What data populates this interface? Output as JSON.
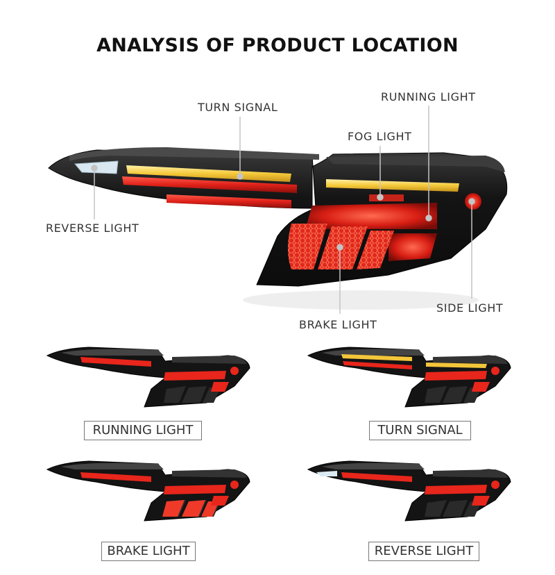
{
  "title": "ANALYSIS OF PRODUCT LOCATION",
  "callouts": {
    "turn_signal": "TURN SIGNAL",
    "running_light": "RUNNING LIGHT",
    "fog_light": "FOG LIGHT",
    "reverse_light": "REVERSE LIGHT",
    "brake_light": "BRAKE LIGHT",
    "side_light": "SIDE LIGHT"
  },
  "variants": [
    {
      "label": "RUNNING LIGHT"
    },
    {
      "label": "TURN SIGNAL"
    },
    {
      "label": "BRAKE LIGHT"
    },
    {
      "label": "REVERSE LIGHT"
    }
  ],
  "colors": {
    "housing": "#161616",
    "red_lit": "#e8261c",
    "amber_lit": "#f3c63a",
    "white_lit": "#dbeaf2",
    "leader_line": "#bfbfbf"
  }
}
